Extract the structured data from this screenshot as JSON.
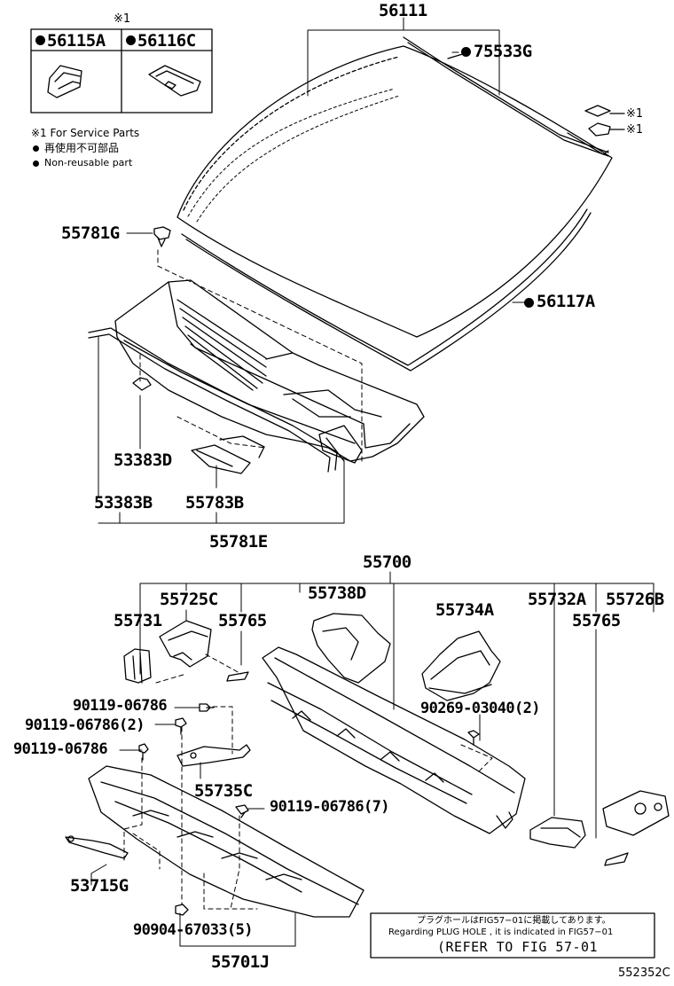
{
  "service_box": {
    "marker": "※1",
    "col1": "56115A",
    "col2": "56116C"
  },
  "legend": {
    "service_parts": "※1 For Service Parts",
    "non_reusable_jp": "再使用不可部品",
    "non_reusable_en": "Non-reusable part"
  },
  "markers": {
    "m1": "※1",
    "m2": "※1"
  },
  "parts": {
    "p56111": "56111",
    "p75533G": "75533G",
    "p55781G": "55781G",
    "p56117A": "56117A",
    "p53383D": "53383D",
    "p53383B": "53383B",
    "p55783B": "55783B",
    "p55781E": "55781E",
    "p55700": "55700",
    "p55725C": "55725C",
    "p55738D": "55738D",
    "p55731": "55731",
    "p55765": "55765",
    "p55734A": "55734A",
    "p55732A": "55732A",
    "p55726B": "55726B",
    "p55765b": "55765",
    "p90119a": "90119-06786",
    "p90119b": "90119-06786(2)",
    "p90119c": "90119-06786",
    "p90269": "90269-03040(2)",
    "p55735C": "55735C",
    "p90119d": "90119-06786(7)",
    "p53715G": "53715G",
    "p90904": "90904-67033(5)",
    "p55701J": "55701J"
  },
  "note": {
    "jp": "プラグホールはFIG57−01に掲載してあります。",
    "en": "Regarding PLUG HOLE , it is indicated in FIG57−01",
    "ref": "(REFER TO FIG 57-01"
  },
  "figure_code": "552352C"
}
